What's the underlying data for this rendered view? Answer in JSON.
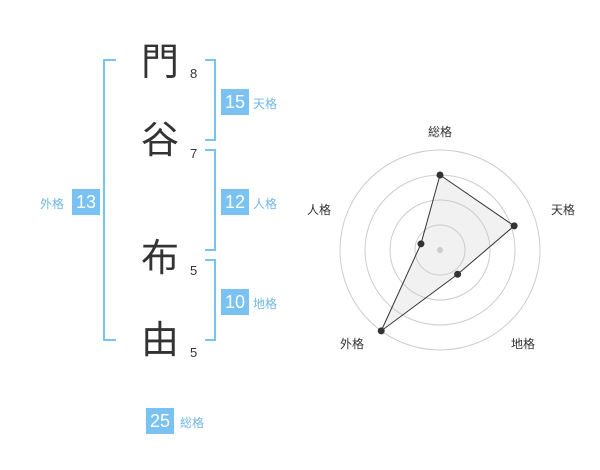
{
  "name_chars": [
    {
      "char": "門",
      "strokes": "8"
    },
    {
      "char": "谷",
      "strokes": "7"
    },
    {
      "char": "布",
      "strokes": "5"
    },
    {
      "char": "由",
      "strokes": "5"
    }
  ],
  "kakaku": {
    "tenkaku": {
      "value": "15",
      "label": "天格"
    },
    "jinkaku": {
      "value": "12",
      "label": "人格"
    },
    "chikaku": {
      "value": "10",
      "label": "地格"
    },
    "gaikaku": {
      "value": "13",
      "label": "外格"
    },
    "soukaku": {
      "value": "25",
      "label": "総格"
    }
  },
  "colors": {
    "accent": "#79c2f2",
    "bracket": "#6fb6e6",
    "text": "#333333"
  },
  "chart_data": {
    "type": "radar",
    "axes": [
      "総格",
      "天格",
      "地格",
      "外格",
      "人格"
    ],
    "rings": 4,
    "values": [
      0.75,
      0.78,
      0.3,
      1.0,
      0.2
    ]
  }
}
